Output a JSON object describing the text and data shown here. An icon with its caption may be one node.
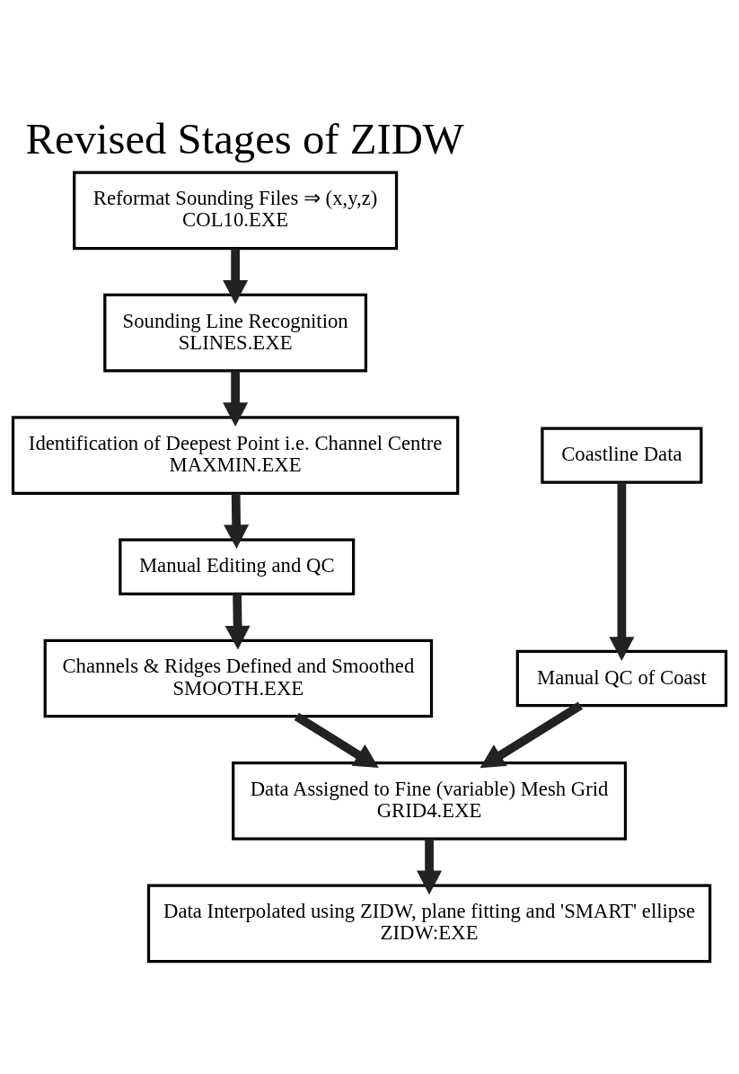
{
  "diagram": {
    "title": "Revised Stages of ZIDW",
    "nodes": [
      {
        "text": [
          "Reformat Sounding Files ⇒ (x,y,z)",
          "COL10.EXE"
        ]
      },
      {
        "text": [
          "Sounding Line Recognition",
          "SLINES.EXE"
        ]
      },
      {
        "text": [
          "Identification of Deepest Point i.e. Channel Centre",
          "MAXMIN.EXE"
        ]
      },
      {
        "text": [
          "Coastline Data"
        ]
      },
      {
        "text": [
          "Manual Editing and QC"
        ]
      },
      {
        "text": [
          "Manual QC of Coast"
        ]
      },
      {
        "text": [
          "Channels & Ridges Defined and Smoothed",
          "SMOOTH.EXE"
        ]
      },
      {
        "text": [
          "Data Assigned to Fine (variable) Mesh Grid",
          "GRID4.EXE"
        ]
      },
      {
        "text": [
          "Data Interpolated using ZIDW, plane fitting and 'SMART' ellipse",
          "ZIDW:EXE"
        ]
      }
    ],
    "edges": [
      {
        "from": 0,
        "to": 1,
        "arrow": "to"
      },
      {
        "from": 1,
        "to": 2,
        "arrow": "to"
      },
      {
        "from": 2,
        "to": 4,
        "arrow": "to"
      },
      {
        "from": 4,
        "to": 6,
        "arrow": "to"
      },
      {
        "from": 3,
        "to": 5,
        "arrow": "to"
      },
      {
        "from": 6,
        "to": 7,
        "arrow": "to"
      },
      {
        "from": 5,
        "to": 7,
        "arrow": "to"
      },
      {
        "from": 7,
        "to": 8,
        "arrow": "to"
      }
    ]
  }
}
